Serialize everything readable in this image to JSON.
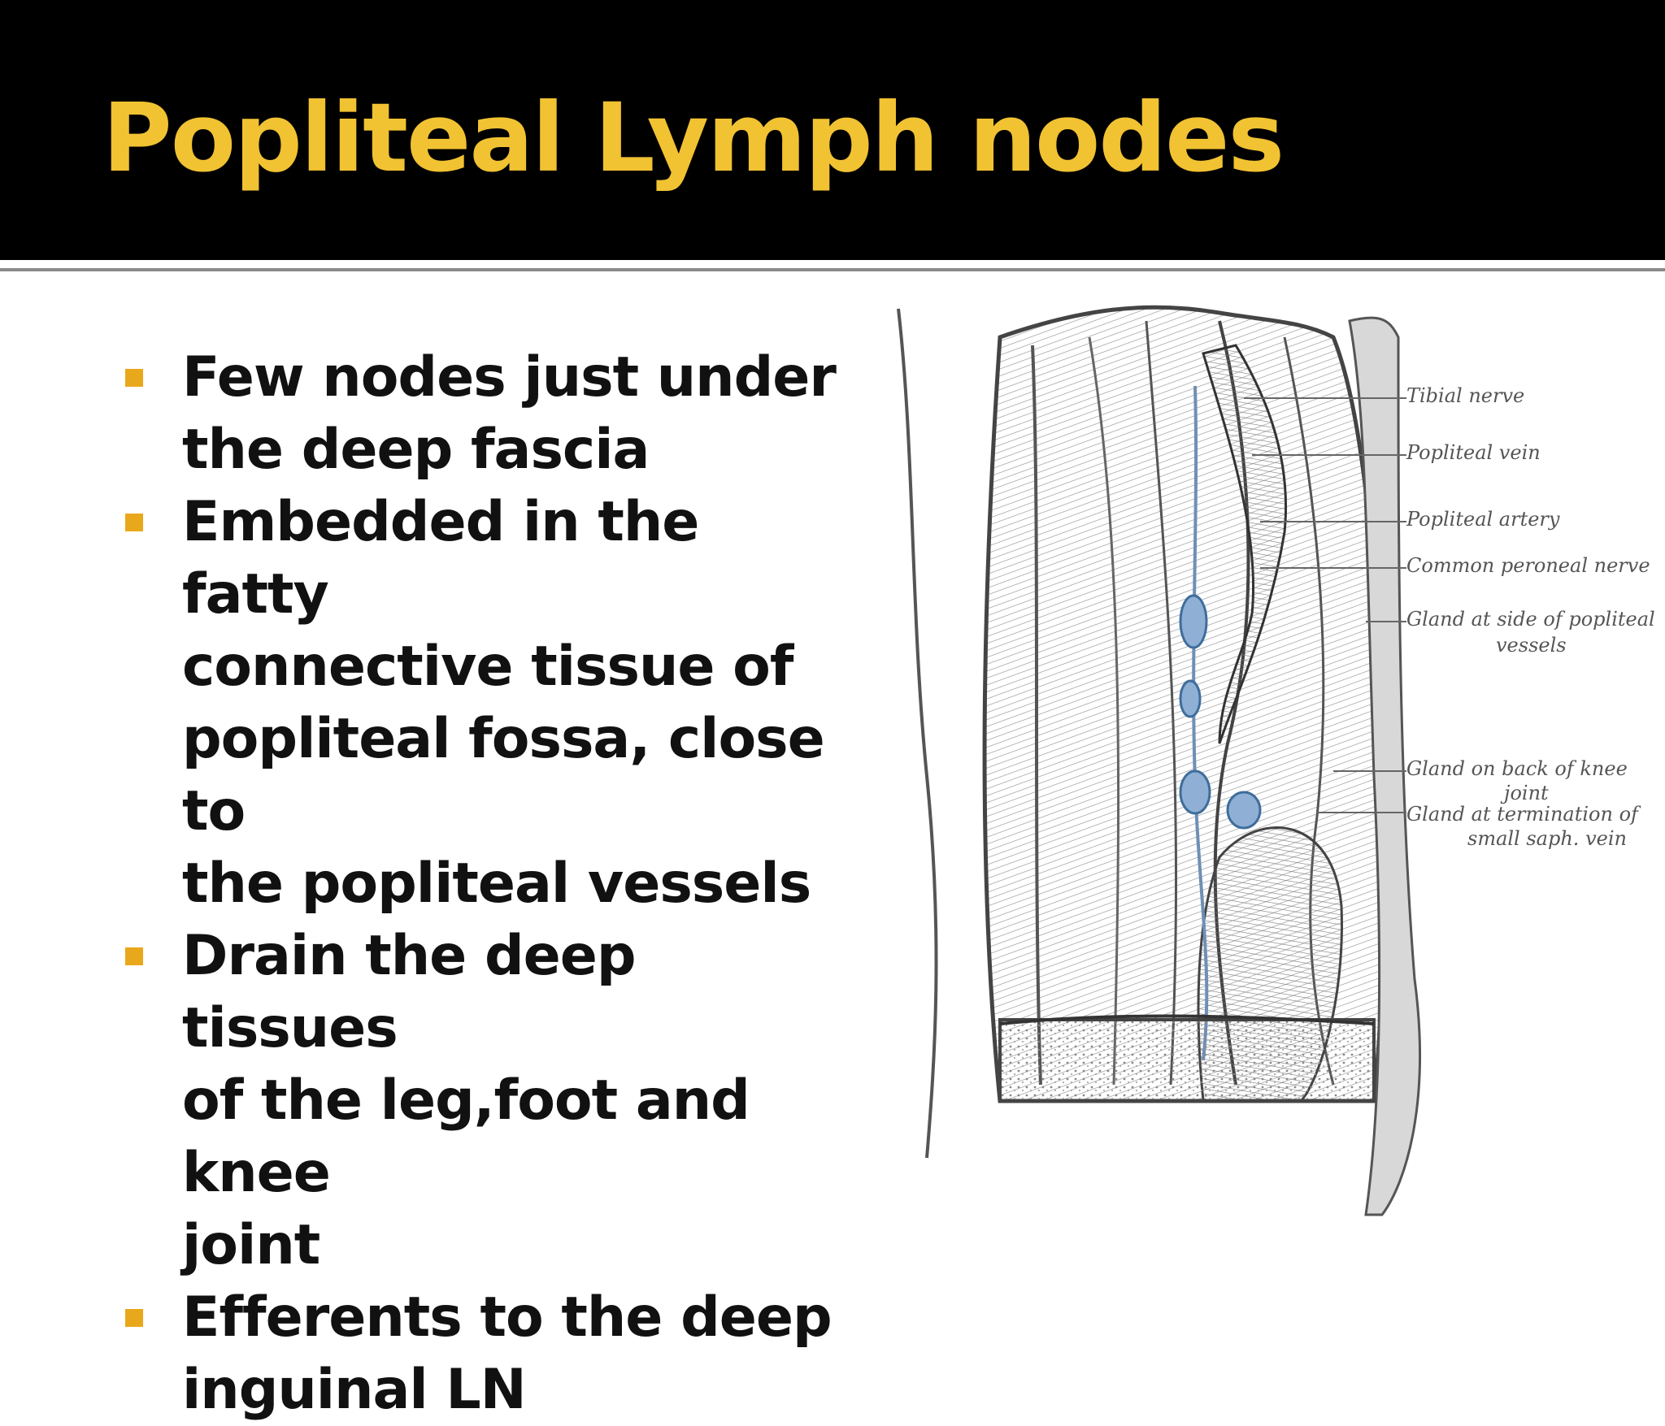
{
  "slide": {
    "title": "Popliteal Lymph nodes",
    "accent_color": "#f1c232",
    "bullet_color": "#e9a81b",
    "header_background": "#000000"
  },
  "bullets": [
    {
      "line1": "Few nodes just under",
      "line2": "the deep fascia"
    },
    {
      "line1": "Embedded in the fatty",
      "line2": "connective tissue of",
      "line3": "popliteal fossa, close to",
      "line4": "the popliteal vessels"
    },
    {
      "line1": "Drain the deep tissues",
      "line2": "of the leg,foot and knee",
      "line3": "joint"
    },
    {
      "line1": "Efferents to the deep",
      "line2": "inguinal LN"
    }
  ],
  "figure": {
    "description_icon": "anatomical-illustration",
    "callouts": [
      {
        "text": "Tibial nerve"
      },
      {
        "text": "Popliteal vein"
      },
      {
        "text": "Popliteal artery"
      },
      {
        "text": "Common peroneal nerve"
      },
      {
        "text": "Gland at side of popliteal",
        "text2": "vessels"
      },
      {
        "text": "Gland on back of knee",
        "text2": "joint"
      },
      {
        "text": "Gland at termination of",
        "text2": "small saph. vein"
      }
    ]
  }
}
